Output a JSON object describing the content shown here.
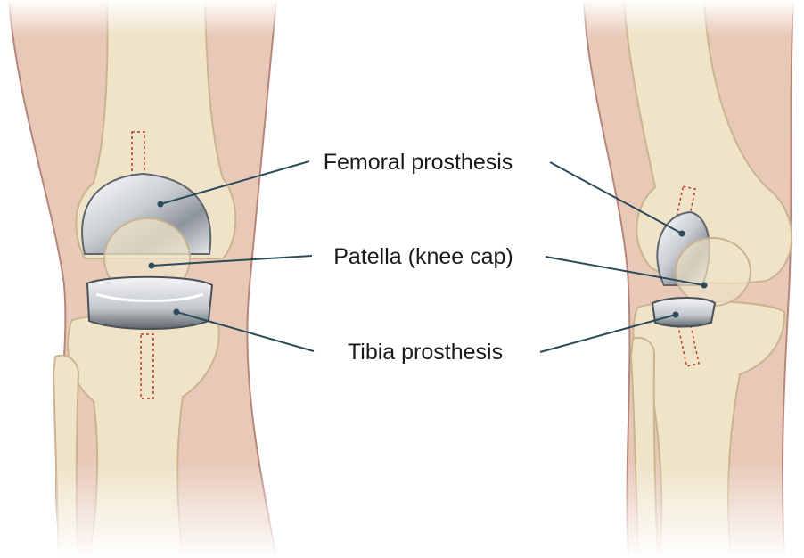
{
  "labels": {
    "femoral": "Femoral prosthesis",
    "patella": "Patella (knee cap)",
    "tibia": "Tibia prosthesis"
  },
  "colors": {
    "skin": "#e8c9b8",
    "skin_edge": "#b8857a",
    "bone": "#efe3c8",
    "bone_edge": "#c9b48f",
    "metal_light": "#f2f3f4",
    "metal_mid": "#b9bec4",
    "metal_dark": "#5f666d",
    "leader_line": "#2b4a5a",
    "stem_dash": "#c0392b"
  }
}
